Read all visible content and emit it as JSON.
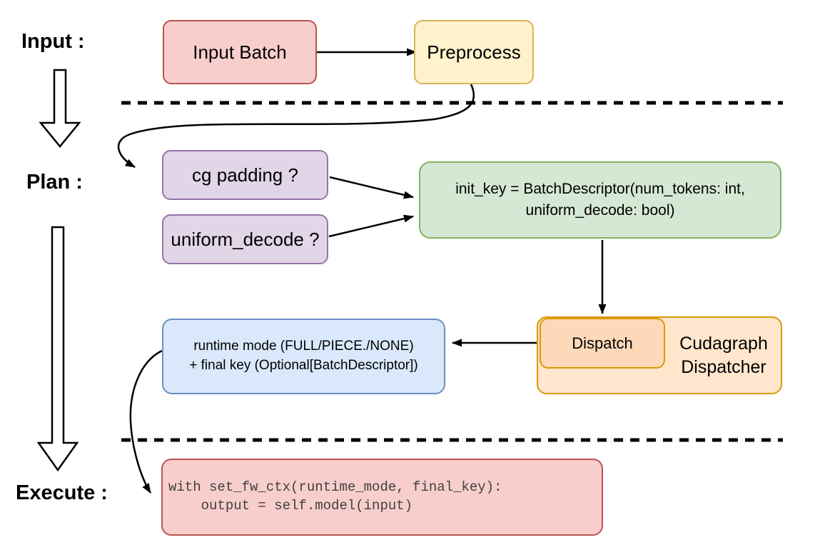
{
  "phases": {
    "input": "Input :",
    "plan": "Plan :",
    "execute": "Execute :"
  },
  "nodes": {
    "input_batch": "Input Batch",
    "preprocess": "Preprocess",
    "cg_padding": "cg padding ?",
    "uniform_decode": "uniform_decode ?",
    "init_key_line1": "init_key = BatchDescriptor(num_tokens: int,",
    "init_key_line2": "uniform_decode: bool)",
    "dispatch": "Dispatch",
    "cudagraph_line1": "Cudagraph",
    "cudagraph_line2": "Dispatcher",
    "runtime_line1": "runtime mode (FULL/PIECE./NONE)",
    "runtime_line2": "+ final key (Optional[BatchDescriptor])",
    "code_line1": "with set_fw_ctx(runtime_mode, final_key):",
    "code_line2": "    output = self.model(input)"
  },
  "colors": {
    "red_fill": "#f8cecc",
    "red_stroke": "#b85450",
    "yellow_fill": "#fff2cc",
    "yellow_stroke": "#d6b656",
    "purple_fill": "#e1d5e7",
    "purple_stroke": "#9673a6",
    "green_fill": "#d5e8d4",
    "green_stroke": "#82b366",
    "orange_fill": "#ffe6cc",
    "orange_inner_fill": "#fdd9b9",
    "orange_stroke": "#d79b00",
    "blue_fill": "#dae8fc",
    "blue_stroke": "#6c8ebf",
    "line": "#000000",
    "background": "#ffffff"
  }
}
